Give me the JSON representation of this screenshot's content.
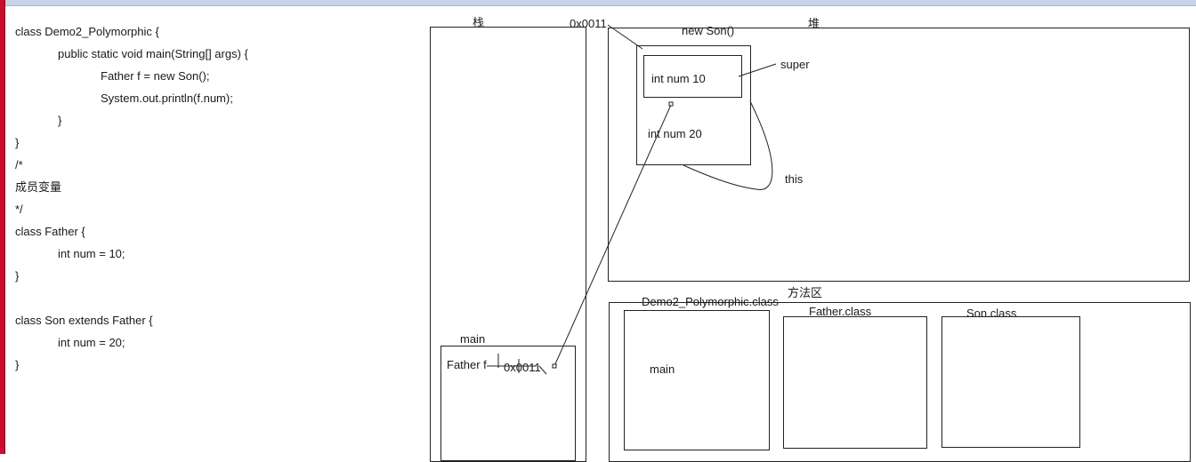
{
  "code": {
    "lines": [
      "class Demo2_Polymorphic {",
      "public static void main(String[] args) {",
      "Father f = new Son();",
      "System.out.println(f.num);",
      "}",
      "}",
      "/*",
      "成员变量",
      "*/",
      "class Father {",
      "int num = 10;",
      "}",
      "",
      "class Son extends Father {",
      "int num = 20;",
      "}"
    ]
  },
  "stack": {
    "title": "栈",
    "frame_label": "main",
    "var_label": "Father f",
    "var_value": "0x0011"
  },
  "heap": {
    "title": "堆",
    "address": "0x0011",
    "object_label": "new Son()",
    "super_field": "int num 10",
    "this_field": "int num 20",
    "super_label": "super",
    "this_label": "this"
  },
  "method_area": {
    "title": "方法区",
    "classes": [
      "Demo2_Polymorphic.class",
      "Father.class",
      "Son.class"
    ],
    "main_label": "main"
  }
}
